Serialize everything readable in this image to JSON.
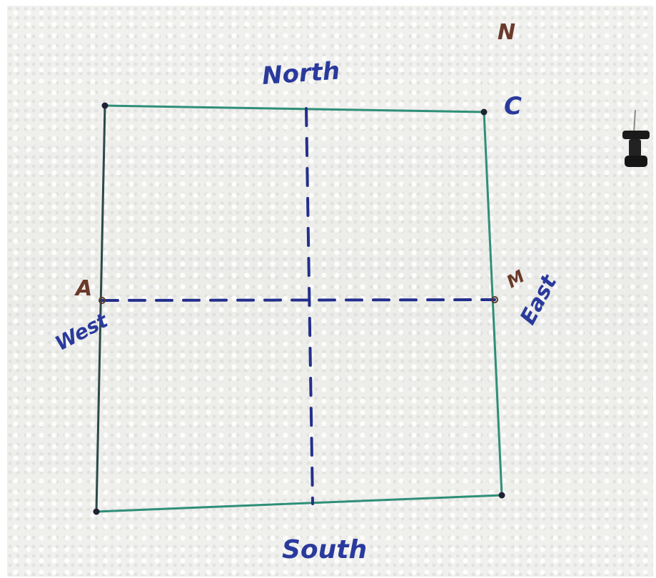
{
  "labels": {
    "north": "North",
    "south": "South",
    "east": "East",
    "west": "West",
    "point_a": "A",
    "point_c": "C",
    "point_m": "M",
    "compass_n": "N"
  },
  "colors": {
    "square_line": "#2f8f78",
    "dashed_line": "#232f8c",
    "direction_text": "#2a3a9c",
    "point_text": "#6b3a2a",
    "vertex_dot": "#1f2233",
    "board": "#eeeeec",
    "pin": "#1a1a1a"
  },
  "icons": {
    "push_pin": "push-pin-icon"
  }
}
